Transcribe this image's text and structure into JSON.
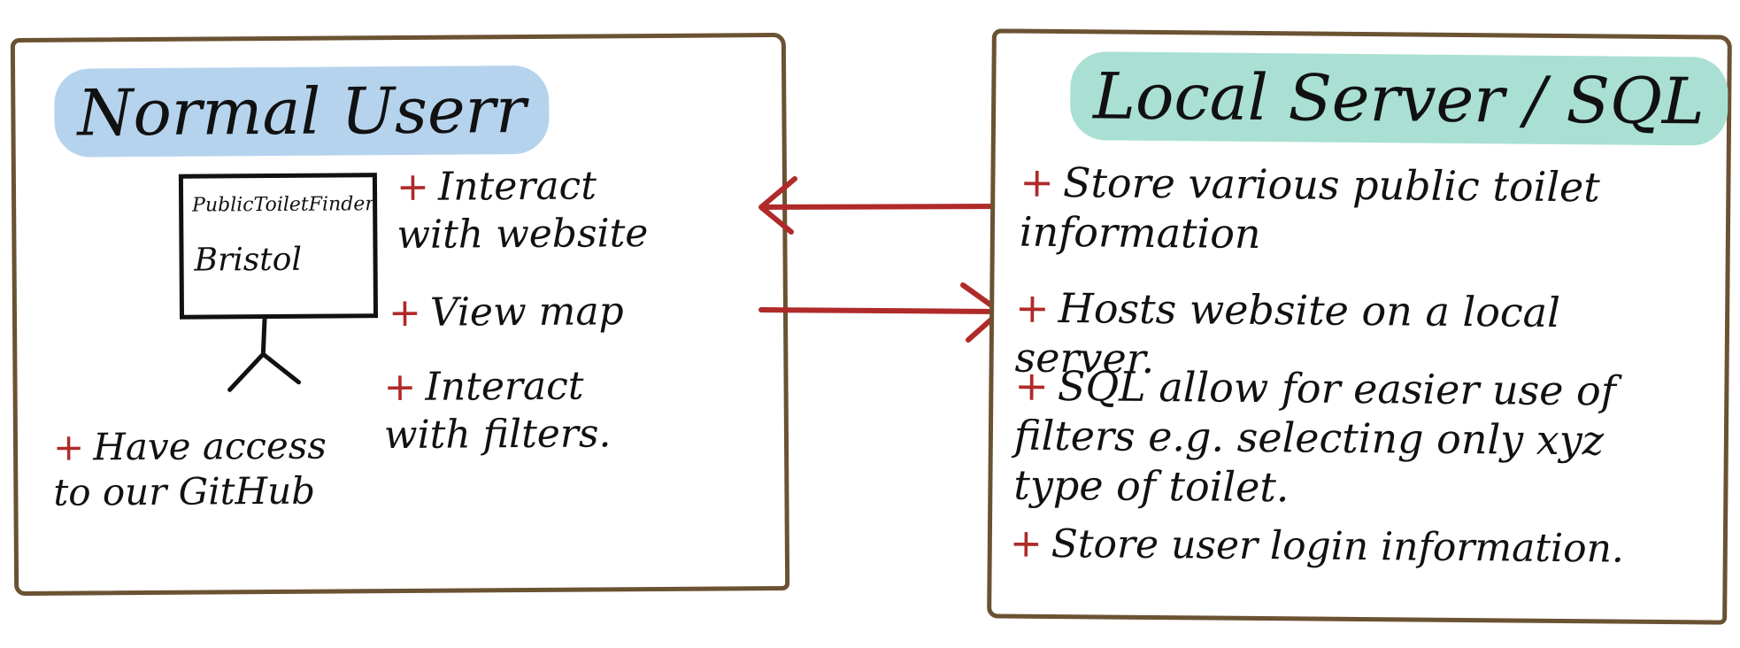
{
  "left_panel": {
    "title": "Normal Userr",
    "monitor": {
      "line1": "PublicToiletFinder",
      "line2": "Bristol"
    },
    "bullets": [
      "Interact with website",
      "View map",
      "Interact with filters."
    ],
    "bottom_bullet": "Have access to our GitHub"
  },
  "right_panel": {
    "title": "Local Server / SQL",
    "bullets": [
      "Store various public toilet information",
      "Hosts website on a local server.",
      "SQL allow for easier use of filters e.g. selecting only xyz type of toilet.",
      "Store user login information."
    ]
  },
  "colors": {
    "border": "#6b5232",
    "arrow": "#b02a2a",
    "left_title_bg": "#b6d3ee",
    "right_title_bg": "#a9e0d3",
    "bullet_plus": "#b02a2a"
  }
}
